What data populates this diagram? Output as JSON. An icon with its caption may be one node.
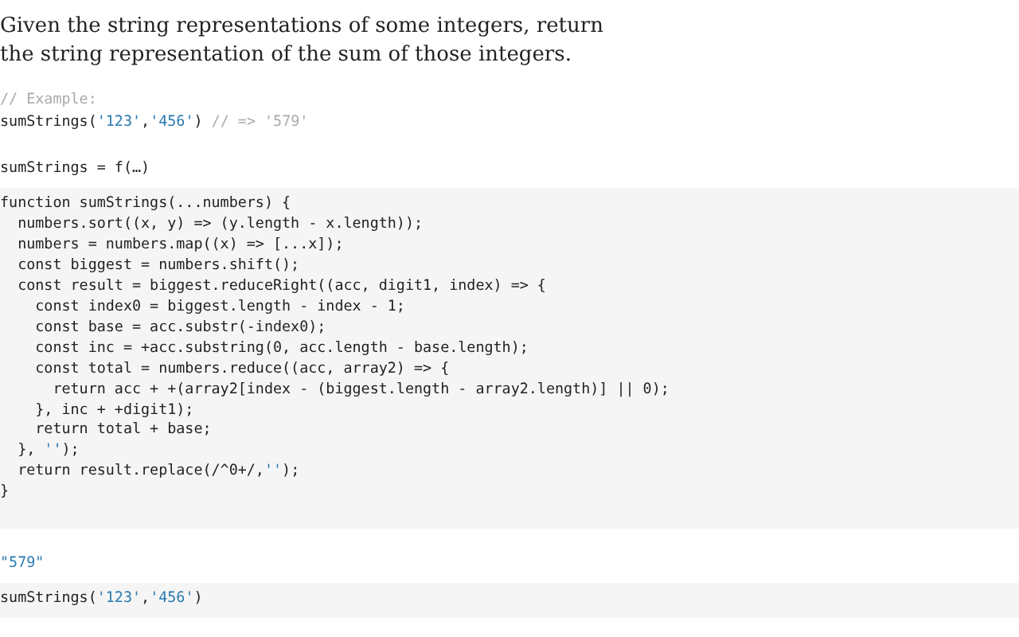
{
  "diagram": {
    "labels": [
      "Given the string representations of some integers, return the string representation of the sum of those integers.",
      "// Example:",
      "sumStrings('123','456') // => '579'",
      "sumStrings = f(…)",
      "function sumStrings(...numbers) {",
      "  numbers.sort((x, y) => (y.length - x.length));",
      "  numbers = numbers.map((x) => [...x]);",
      "  const biggest = numbers.shift();",
      "  const result = biggest.reduceRight((acc, digit1, index) => {",
      "    const index0 = biggest.length - index - 1;",
      "    const base = acc.substr(-index0);",
      "    const inc = +acc.substring(0, acc.length - base.length);",
      "    const total = numbers.reduce((acc, array2) => {",
      "      return acc + +(array2[index - (biggest.length - array2.length)] || 0);",
      "    }, inc + +digit1);",
      "    return total + base;",
      "  }, '');",
      "  return result.replace(/^0+/,'');",
      "}",
      "\"579\"",
      "sumStrings('123','456')"
    ]
  }
}
